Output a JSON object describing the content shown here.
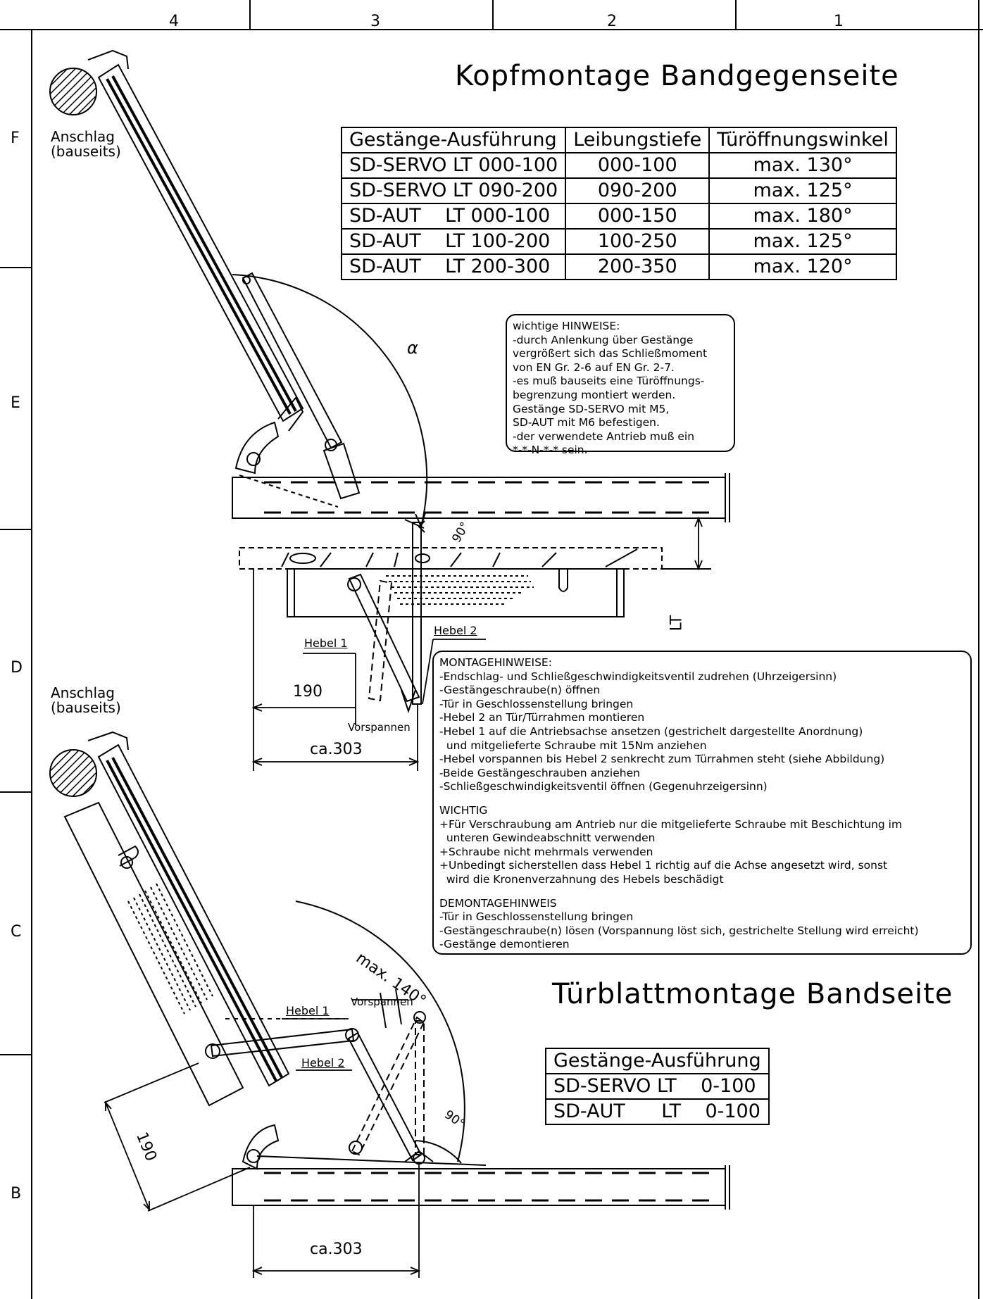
{
  "border": {
    "columns": [
      "4",
      "3",
      "2",
      "1"
    ],
    "rows": [
      "F",
      "E",
      "D",
      "C",
      "B"
    ]
  },
  "top_view": {
    "title": "Kopfmontage Bandgegenseite",
    "anchor_label": "Anschlag\n(bauseits)",
    "table": {
      "headers": [
        "Gestänge-Ausführung",
        "Leibungstiefe",
        "Türöffnungswinkel"
      ],
      "rows": [
        [
          "SD-SERVO LT 000-100",
          "000-100",
          "max. 130°"
        ],
        [
          "SD-SERVO LT 090-200",
          "090-200",
          "max. 125°"
        ],
        [
          "SD-AUT    LT 000-100",
          "000-150",
          "max. 180°"
        ],
        [
          "SD-AUT    LT 100-200",
          "100-250",
          "max. 125°"
        ],
        [
          "SD-AUT    LT 200-300",
          "200-350",
          "max. 120°"
        ]
      ]
    },
    "angle_alpha": "α",
    "angle_90": "90°",
    "lever1": "Hebel 1",
    "lever2": "Hebel 2",
    "dim_190": "190",
    "dim_303": "ca.303",
    "preload": "Vorspannen",
    "dim_lt": "LT"
  },
  "notes_box": {
    "lines": [
      "wichtige HINWEISE:",
      "-durch Anlenkung über Gestänge",
      "vergrößert sich das Schließmoment",
      "von EN Gr. 2-6 auf EN Gr. 2-7.",
      "-es muß bauseits eine Türöffnungs-",
      "begrenzung montiert werden.",
      "Gestänge SD-SERVO mit M5,",
      "SD-AUT mit M6 befestigen.",
      "-der verwendete Antrieb muß ein",
      "*-*-N-*-* sein."
    ]
  },
  "mounting_box": {
    "section1_title": "MONTAGEHINWEISE:",
    "section1": [
      "-Endschlag- und Schließgeschwindigkeitsventil zudrehen (Uhrzeigersinn)",
      "-Gestängeschraube(n) öffnen",
      "-Tür in Geschlossenstellung bringen",
      "-Hebel 2 an Tür/Türrahmen montieren",
      "-Hebel 1 auf die Antriebsachse ansetzen (gestrichelt dargestellte Anordnung)",
      "  und mitgelieferte Schraube mit 15Nm anziehen",
      "-Hebel vorspannen bis Hebel 2 senkrecht zum Türrahmen steht (siehe Abbildung)",
      "-Beide Gestängeschrauben anziehen",
      "-Schließgeschwindigkeitsventil öffnen (Gegenuhrzeigersinn)"
    ],
    "section2_title": "WICHTIG",
    "section2": [
      "+Für Verschraubung am Antrieb nur die mitgelieferte Schraube mit Beschichtung im",
      "  unteren Gewindeabschnitt verwenden",
      "+Schraube nicht mehrmals verwenden",
      "+Unbedingt sicherstellen dass Hebel 1 richtig auf die Achse angesetzt wird, sonst",
      "  wird die Kronenverzahnung des Hebels beschädigt"
    ],
    "section3_title": "DEMONTAGEHINWEIS",
    "section3": [
      "-Tür in Geschlossenstellung bringen",
      "-Gestängeschraube(n) lösen (Vorspannung löst sich, gestrichelte Stellung wird erreicht)",
      "-Gestänge demontieren"
    ]
  },
  "bottom_view": {
    "title": "Türblattmontage Bandseite",
    "anchor_label": "Anschlag\n(bauseits)",
    "angle_max": "max. 140°",
    "angle_90": "90°",
    "preload": "Vorspannen",
    "lever1": "Hebel 1",
    "lever2": "Hebel 2",
    "dim_190": "190",
    "dim_303": "ca.303",
    "table": {
      "header": "Gestänge-Ausführung",
      "rows": [
        "SD-SERVO LT    0-100",
        "SD-AUT      LT    0-100"
      ]
    }
  }
}
